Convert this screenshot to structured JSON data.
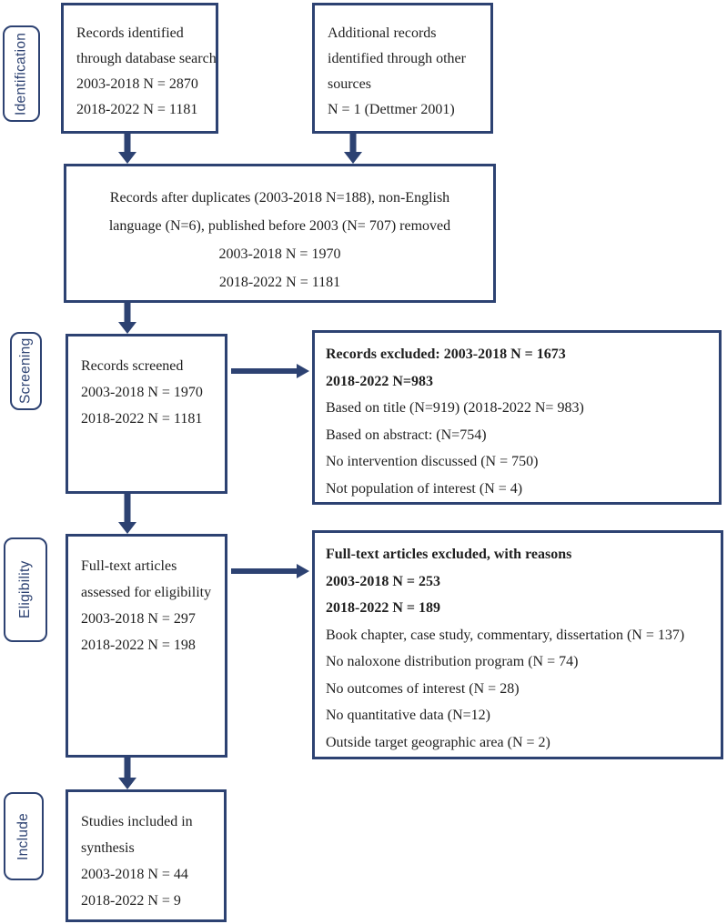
{
  "colors": {
    "navy": "#2d4272",
    "text": "#1f1f1f",
    "bg": "#ffffff"
  },
  "stage_labels": {
    "identification": "Identification",
    "screening": "Screening",
    "eligibility": "Eligibility",
    "include": "Include"
  },
  "boxes": {
    "database_search": {
      "lines": [
        "Records identified",
        "through database search",
        "2003-2018 N = 2870",
        "2018-2022 N = 1181"
      ]
    },
    "other_sources": {
      "lines": [
        "Additional records",
        "identified through other",
        "sources",
        "N = 1 (Dettmer 2001)"
      ]
    },
    "after_duplicates": {
      "lines": [
        "Records after duplicates (2003-2018 N=188), non-English",
        "language (N=6), published before 2003 (N= 707) removed",
        "2003-2018 N = 1970",
        "2018-2022 N = 1181"
      ]
    },
    "records_screened": {
      "lines": [
        "Records screened",
        "2003-2018 N = 1970",
        "2018-2022 N = 1181"
      ]
    },
    "records_excluded": {
      "bold_lines": [
        "Records excluded: 2003-2018 N = 1673",
        "2018-2022 N=983"
      ],
      "lines": [
        "Based on title (N=919) (2018-2022 N= 983)",
        "Based on abstract: (N=754)",
        "No intervention discussed (N = 750)",
        "Not population of interest (N = 4)"
      ]
    },
    "fulltext_assessed": {
      "lines": [
        "Full-text articles",
        "assessed for eligibility",
        "2003-2018 N = 297",
        "2018-2022 N = 198"
      ]
    },
    "fulltext_excluded": {
      "bold_lines": [
        "Full-text articles excluded, with reasons",
        "2003-2018 N = 253",
        "2018-2022 N = 189"
      ],
      "lines": [
        "Book chapter, case study, commentary, dissertation (N = 137)",
        "No naloxone distribution program (N = 74)",
        "No outcomes of interest (N = 28)",
        "No quantitative data (N=12)",
        "Outside target geographic area (N = 2)"
      ]
    },
    "studies_included": {
      "lines": [
        "Studies included in",
        "synthesis",
        "2003-2018 N = 44",
        "2018-2022 N = 9"
      ]
    }
  }
}
